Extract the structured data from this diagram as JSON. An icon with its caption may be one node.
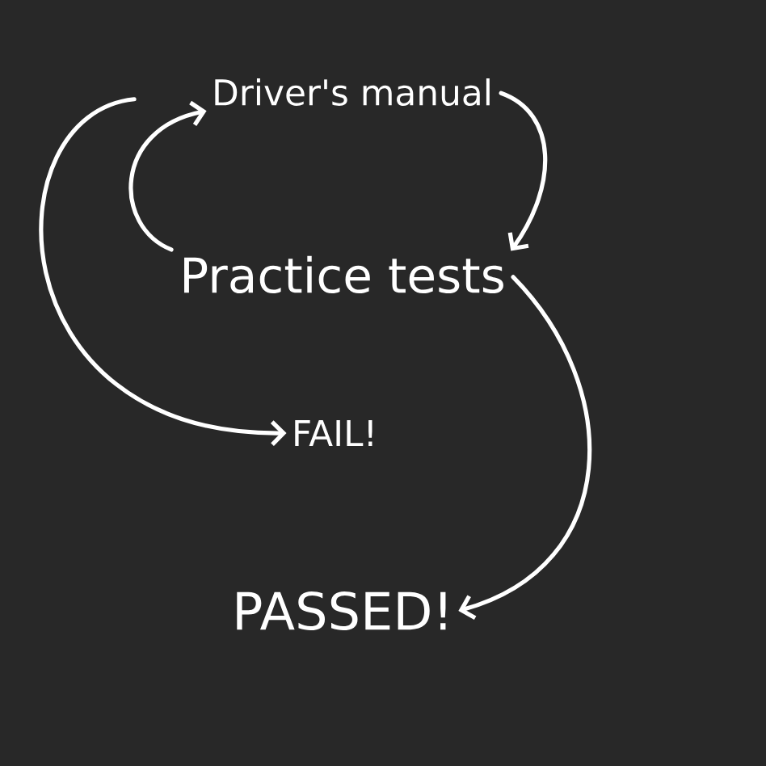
{
  "diagram": {
    "nodes": [
      {
        "text": [
          "Driver's manual"
        ]
      },
      {
        "text": [
          "Practice tests"
        ]
      },
      {
        "text": [
          "FAIL!"
        ]
      },
      {
        "text": [
          "PASSED!"
        ]
      }
    ],
    "edges": [
      {
        "from": 0,
        "to": 1,
        "arrow": "to"
      },
      {
        "from": 1,
        "to": 0,
        "arrow": "to"
      },
      {
        "from": 0,
        "to": 2,
        "arrow": "to"
      },
      {
        "from": 1,
        "to": 3,
        "arrow": "to"
      }
    ]
  }
}
